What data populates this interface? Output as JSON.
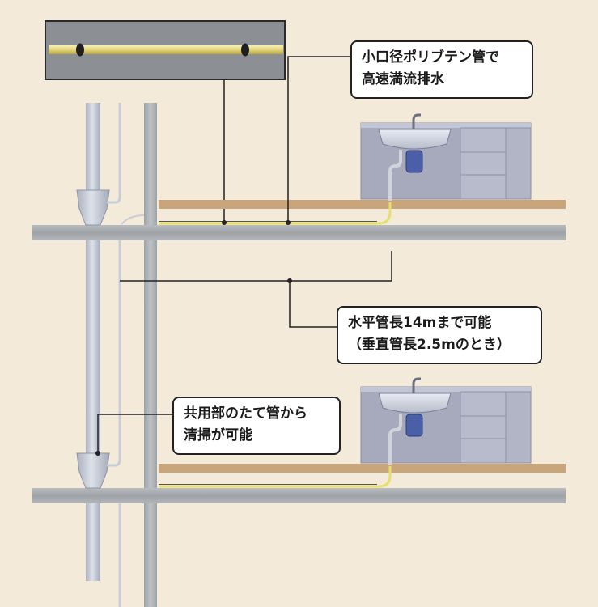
{
  "callouts": {
    "polybutene": {
      "line1": "小口径ポリブテン管で",
      "line2": "高速満流排水"
    },
    "horizontal": {
      "line1": "水平管長14mまで可能",
      "line2": "（垂直管長2.5mのとき）"
    },
    "cleaning": {
      "line1": "共用部のたて管から",
      "line2": "清掃が可能"
    }
  },
  "colors": {
    "background": "#f3ead9",
    "slab": "#a3a7aa",
    "floor_board": "#c8a57a",
    "kitchen_cabinet": "#a7aabd",
    "drain_pipe": "#c5cbd6",
    "polybutene_pipe": "#e6df6c",
    "inset_background": "#8c9095",
    "leader_line": "#222222"
  },
  "icons": [
    "sink-icon",
    "faucet-icon",
    "trap-icon"
  ]
}
